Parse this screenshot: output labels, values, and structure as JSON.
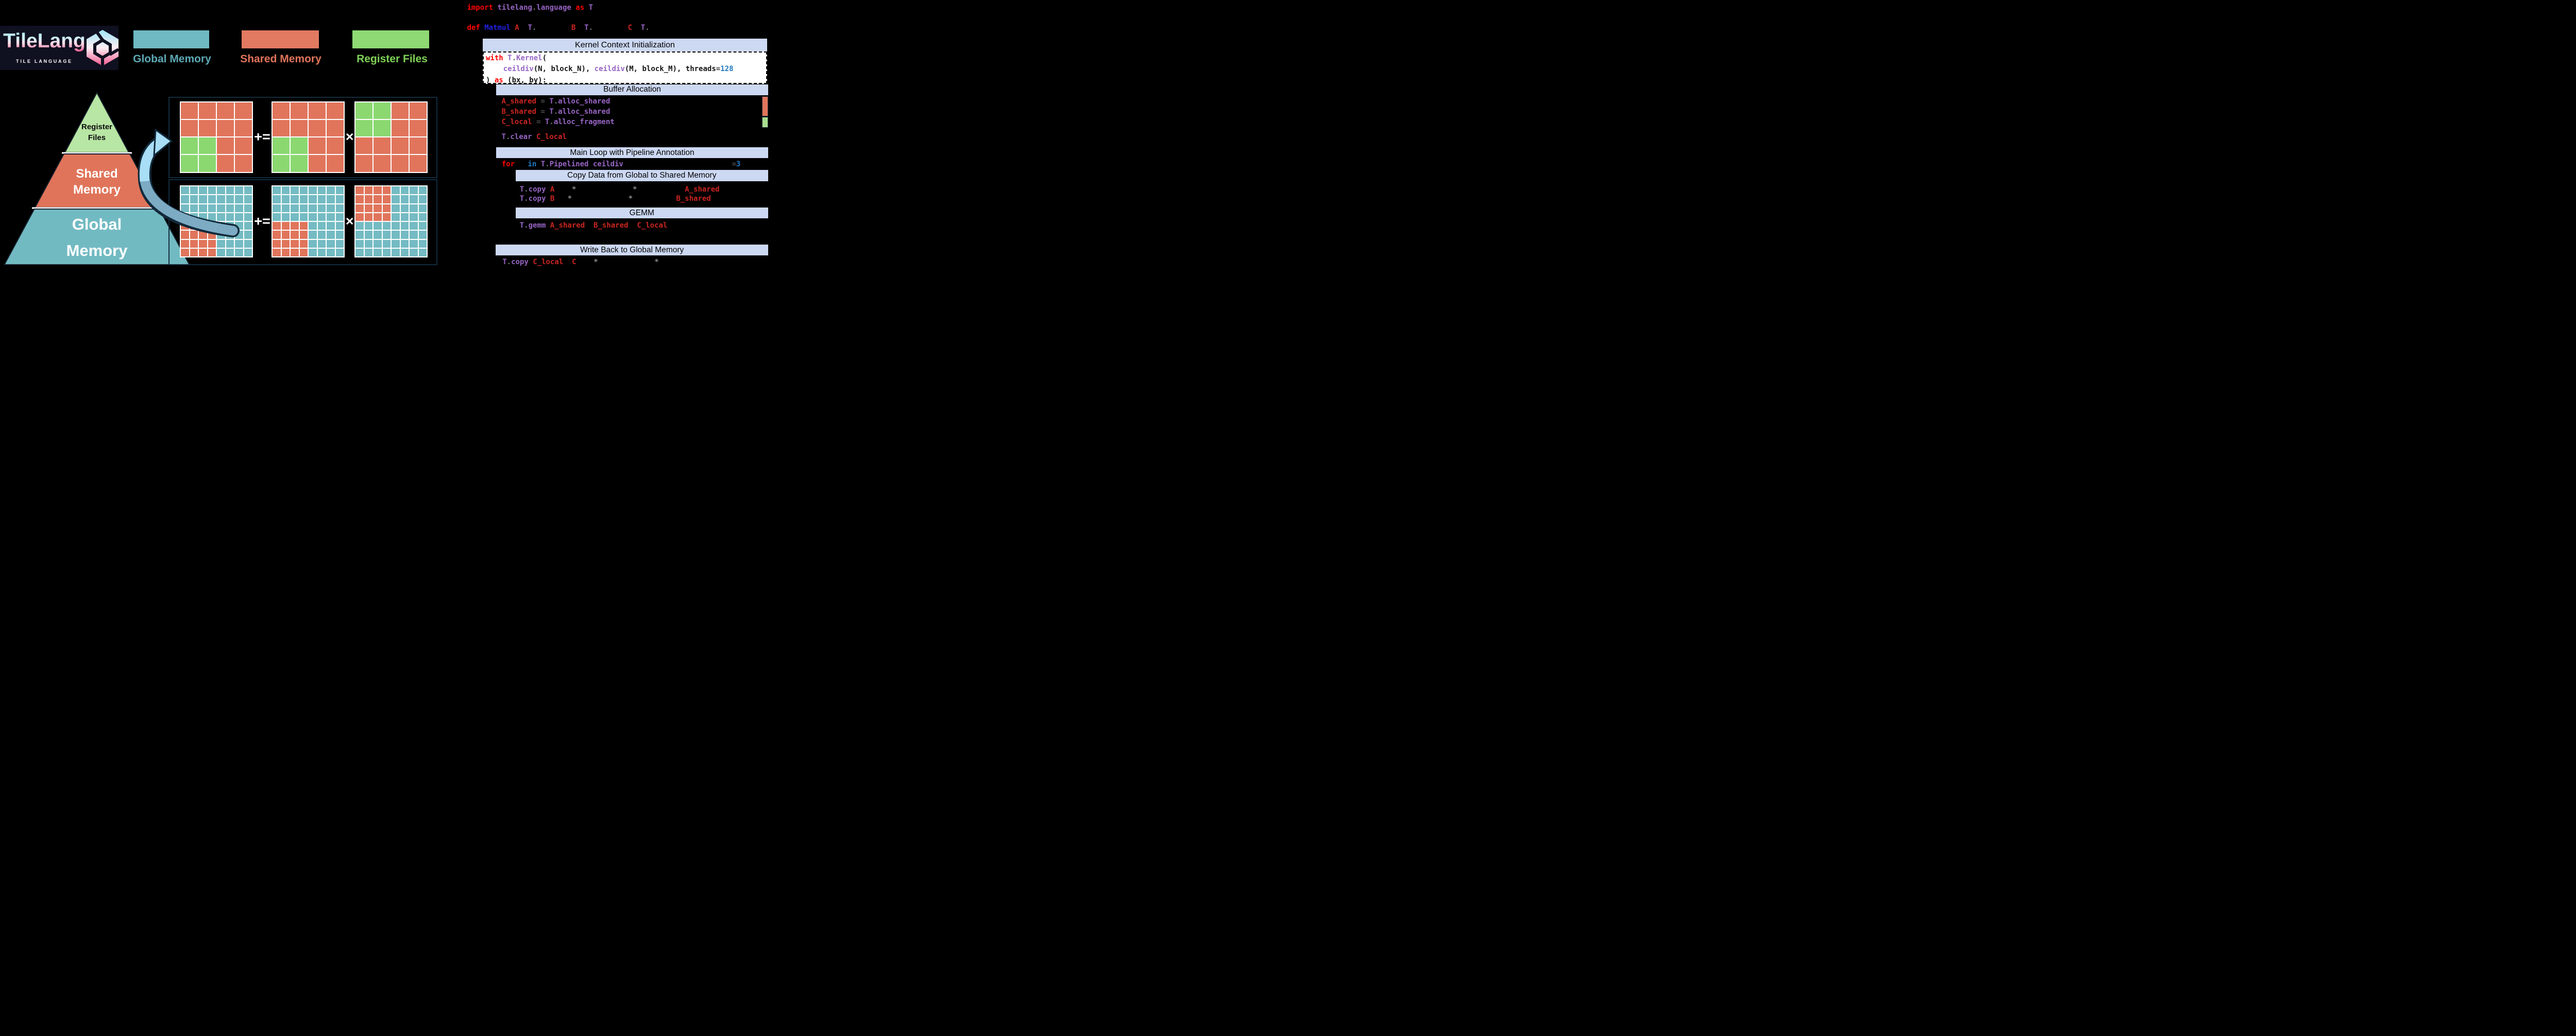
{
  "logo": {
    "title": "TileLang",
    "subtitle": "TILE LANGUAGE"
  },
  "legend": [
    {
      "label": "Global Memory",
      "swatch_color": "#6fb9c3",
      "label_color": "#5da9b5"
    },
    {
      "label": "Shared Memory",
      "swatch_color": "#e17a61",
      "label_color": "#e0745c"
    },
    {
      "label": "Register Files",
      "swatch_color": "#8ed973",
      "label_color": "#7ed257"
    }
  ],
  "pyramid": {
    "levels": [
      {
        "label": "Register Files",
        "color": "#b8e6a4",
        "text_color": "#0b0b0b"
      },
      {
        "label": "Shared Memory",
        "color": "#e0745a",
        "text_color": "#ffffff"
      },
      {
        "label": "Global Memory",
        "color": "#72bac2",
        "text_color": "#ffffff"
      }
    ]
  },
  "memory_diagram": {
    "cell_colors": {
      "S": "#e0755c",
      "G": "#8bd871",
      "T": "#74bbc3"
    },
    "operators": {
      "plus_equals": "+=",
      "times": "×"
    },
    "top_row": {
      "m1": [
        "SSSS",
        "SSSS",
        "GGSS",
        "GGSS"
      ],
      "m2": [
        "SSSS",
        "SSSS",
        "GGSS",
        "GGSS"
      ],
      "m3": [
        "GGSS",
        "GGSS",
        "SSSS",
        "SSSS"
      ]
    },
    "bottom_row": {
      "m1": [
        "TTTTTTTT",
        "TTTTTTTT",
        "TTTTTTTT",
        "TTTTTTTT",
        "SSSSTTTT",
        "SSSSTTTT",
        "SSSSTTTT",
        "SSSSTTTT"
      ],
      "m2": [
        "TTTTTTTT",
        "TTTTTTTT",
        "TTTTTTTT",
        "TTTTTTTT",
        "SSSSTTTT",
        "SSSSTTTT",
        "SSSSTTTT",
        "SSSSTTTT"
      ],
      "m3": [
        "SSSSTTTT",
        "SSSSTTTT",
        "SSSSTTTT",
        "SSSSTTTT",
        "TTTTTTTT",
        "TTTTTTTT",
        "TTTTTTTT",
        "TTTTTTTT"
      ]
    }
  },
  "code_panel": {
    "headers": {
      "kernel": "Kernel Context Initialization",
      "buffer": "Buffer Allocation",
      "main_loop": "Main Loop with Pipeline Annotation",
      "copy": "Copy Data from Global to Shared Memory",
      "gemm": "GEMM",
      "write_back": "Write Back to Global Memory"
    },
    "header_bg": "#cdd9f3",
    "token_colors": {
      "kw": "#ff0000",
      "mod": "#9765c4",
      "var": "#cb2520",
      "fn": "#2020dd",
      "num": "#2178bf",
      "num2": "#2178bf",
      "dot": "#777777",
      "op": "#4d4d4d",
      "star": "#8a8a8a",
      "blk": "#141414",
      "dotb": "#666666",
      "opb": "#3d3d3d",
      "sp": "#000000"
    },
    "lines": {
      "import": [
        [
          "import",
          "kw"
        ],
        [
          " ",
          "sp"
        ],
        [
          "tilelang",
          "mod"
        ],
        [
          ".",
          "dot"
        ],
        [
          "language",
          "mod"
        ],
        [
          " ",
          "sp"
        ],
        [
          "as",
          "kw"
        ],
        [
          " ",
          "sp"
        ],
        [
          "T",
          "mod"
        ]
      ],
      "def": [
        [
          "def",
          "kw"
        ],
        [
          " ",
          "sp"
        ],
        [
          "Matmul",
          "fn"
        ],
        [
          " ",
          "sp"
        ],
        [
          "A",
          "var"
        ],
        [
          "  ",
          "sp"
        ],
        [
          "T",
          "mod"
        ],
        [
          ".",
          "dot"
        ],
        [
          "        ",
          "sp"
        ],
        [
          "B",
          "var"
        ],
        [
          "  ",
          "sp"
        ],
        [
          "T",
          "mod"
        ],
        [
          ".",
          "dot"
        ],
        [
          "        ",
          "sp"
        ],
        [
          "C",
          "var"
        ],
        [
          "  ",
          "sp"
        ],
        [
          "T",
          "mod"
        ],
        [
          ".",
          "dot"
        ]
      ],
      "with1": [
        [
          "with",
          "kw"
        ],
        [
          " ",
          "sp"
        ],
        [
          "T",
          "mod"
        ],
        [
          ".",
          "dotb"
        ],
        [
          "Kernel",
          "mod"
        ],
        [
          "(",
          "blk"
        ]
      ],
      "with2": [
        [
          "    ",
          "sp"
        ],
        [
          "ceildiv",
          "mod"
        ],
        [
          "(N, block_N), ",
          "blk"
        ],
        [
          "ceildiv",
          "mod"
        ],
        [
          "(M, block_M), threads",
          "blk"
        ],
        [
          "=",
          "opb"
        ],
        [
          "128",
          "num"
        ]
      ],
      "with3": [
        [
          ") ",
          "blk"
        ],
        [
          "as",
          "kw"
        ],
        [
          " (bx, by):",
          "blk"
        ]
      ],
      "alloc_a": [
        [
          "A_shared",
          "var"
        ],
        [
          " ",
          "sp"
        ],
        [
          "=",
          "op"
        ],
        [
          " ",
          "sp"
        ],
        [
          "T",
          "mod"
        ],
        [
          ".",
          "dot"
        ],
        [
          "alloc_shared",
          "mod"
        ]
      ],
      "alloc_b": [
        [
          "B_shared",
          "var"
        ],
        [
          " ",
          "sp"
        ],
        [
          "=",
          "op"
        ],
        [
          " ",
          "sp"
        ],
        [
          "T",
          "mod"
        ],
        [
          ".",
          "dot"
        ],
        [
          "alloc_shared",
          "mod"
        ]
      ],
      "alloc_c": [
        [
          "C_local",
          "var"
        ],
        [
          " ",
          "sp"
        ],
        [
          "=",
          "op"
        ],
        [
          " ",
          "sp"
        ],
        [
          "T",
          "mod"
        ],
        [
          ".",
          "dot"
        ],
        [
          "alloc_fragment",
          "mod"
        ]
      ],
      "clear": [
        [
          "T",
          "mod"
        ],
        [
          ".",
          "dot"
        ],
        [
          "clear",
          "mod"
        ],
        [
          " ",
          "sp"
        ],
        [
          "C_local",
          "var"
        ]
      ],
      "for": [
        [
          "for",
          "kw"
        ],
        [
          "   ",
          "sp"
        ],
        [
          "in",
          "num2"
        ],
        [
          " ",
          "sp"
        ],
        [
          "T",
          "mod"
        ],
        [
          ".",
          "dot"
        ],
        [
          "Pipelined",
          "mod"
        ],
        [
          " ",
          "sp"
        ],
        [
          "ceildiv",
          "mod"
        ],
        [
          "                         ",
          "sp"
        ],
        [
          "=",
          "op"
        ],
        [
          "3",
          "num"
        ]
      ],
      "copy_a": [
        [
          "T",
          "mod"
        ],
        [
          ".",
          "dot"
        ],
        [
          "copy",
          "mod"
        ],
        [
          " ",
          "sp"
        ],
        [
          "A",
          "var"
        ],
        [
          "    ",
          "sp"
        ],
        [
          "*",
          "star"
        ],
        [
          "             ",
          "sp"
        ],
        [
          "*",
          "star"
        ],
        [
          "           ",
          "sp"
        ],
        [
          "A_shared",
          "var"
        ]
      ],
      "copy_b": [
        [
          "T",
          "mod"
        ],
        [
          ".",
          "dot"
        ],
        [
          "copy",
          "mod"
        ],
        [
          " ",
          "sp"
        ],
        [
          "B",
          "var"
        ],
        [
          "   ",
          "sp"
        ],
        [
          "*",
          "star"
        ],
        [
          "             ",
          "sp"
        ],
        [
          "*",
          "star"
        ],
        [
          "          ",
          "sp"
        ],
        [
          "B_shared",
          "var"
        ]
      ],
      "gemm": [
        [
          "T",
          "mod"
        ],
        [
          ".",
          "dot"
        ],
        [
          "gemm",
          "mod"
        ],
        [
          " ",
          "sp"
        ],
        [
          "A_shared",
          "var"
        ],
        [
          "  ",
          "sp"
        ],
        [
          "B_shared",
          "var"
        ],
        [
          "  ",
          "sp"
        ],
        [
          "C_local",
          "var"
        ]
      ],
      "write_back": [
        [
          "T",
          "mod"
        ],
        [
          ".",
          "dot"
        ],
        [
          "copy",
          "mod"
        ],
        [
          " ",
          "sp"
        ],
        [
          "C_local",
          "var"
        ],
        [
          "  ",
          "sp"
        ],
        [
          "C",
          "var"
        ],
        [
          "    ",
          "sp"
        ],
        [
          "*",
          "star"
        ],
        [
          "             ",
          "sp"
        ],
        [
          "*",
          "star"
        ]
      ]
    }
  },
  "colors": {
    "background": "#000000",
    "logo_bg": "#0f1020",
    "box_border": "#132c3d",
    "arrow_light": "#a9def7",
    "arrow_steel": "#7dabc4",
    "arrow_outline": "#122a3a"
  }
}
